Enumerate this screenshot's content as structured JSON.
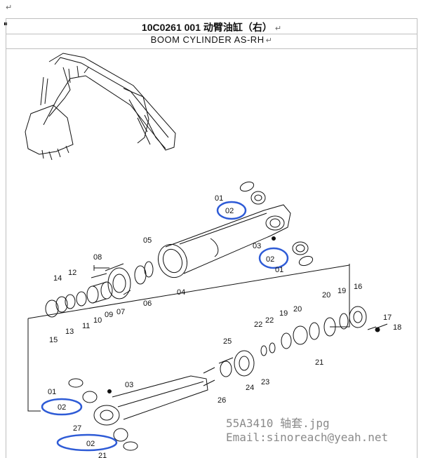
{
  "header": {
    "return_mark": "↵",
    "code_line": "10C0261 001  动臂油缸（右）",
    "name_line": "BOOM CYLINDER AS-RH"
  },
  "labels": {
    "p01a": "01",
    "p02a": "02",
    "p03a": "03",
    "p02b": "02",
    "p01b": "01",
    "p05": "05",
    "p08": "08",
    "p12": "12",
    "p14": "14",
    "p06": "06",
    "p04": "04",
    "p07": "07",
    "p09": "09",
    "p10": "10",
    "p11": "11",
    "p13": "13",
    "p15": "15",
    "p16": "16",
    "p17": "17",
    "p18": "18",
    "p19a": "19",
    "p20a": "20",
    "p21a": "21",
    "p19b": "19",
    "p20b": "20",
    "p22a": "22",
    "p22b": "22",
    "p23": "23",
    "p25": "25",
    "p24": "24",
    "p26": "26",
    "p03b": "03",
    "p01c": "01",
    "p02c": "02",
    "p27": "27",
    "p02d": "02",
    "p21b": "21"
  },
  "watermark": {
    "file": "55A3410 轴套.jpg",
    "email": "Email:sinoreach@yeah.net"
  },
  "colors": {
    "highlight": "#2e5bd6",
    "line": "#111111"
  }
}
